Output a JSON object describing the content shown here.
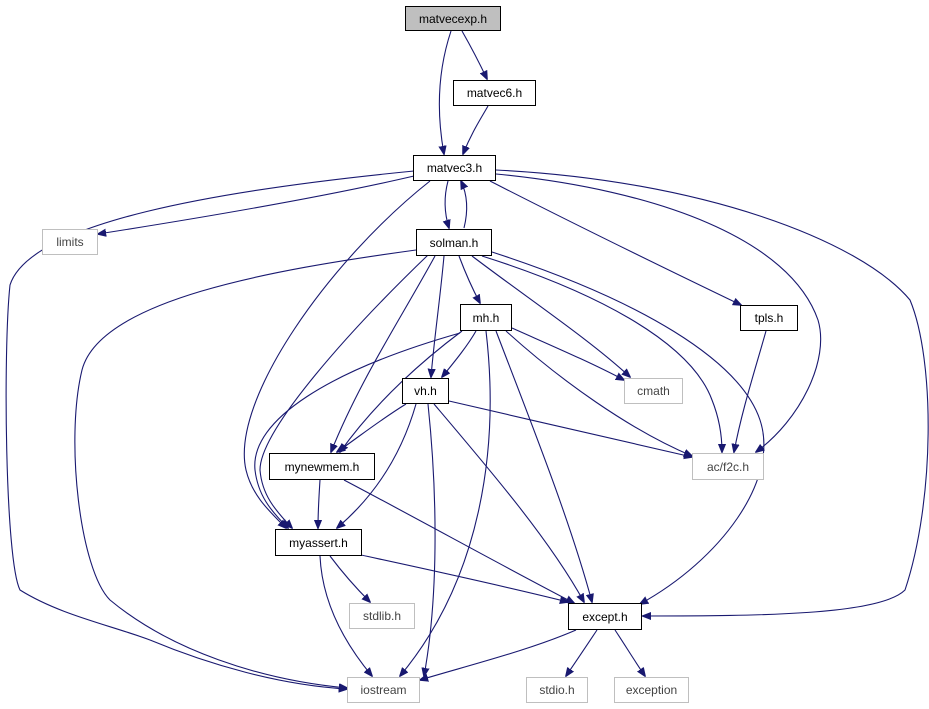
{
  "colors": {
    "edge": "#191970",
    "main_fill": "#bfbfbf",
    "system_border": "#bfbfbf"
  },
  "nodes": {
    "matvecexp": "matvecexp.h",
    "matvec6": "matvec6.h",
    "matvec3": "matvec3.h",
    "limits": "limits",
    "solman": "solman.h",
    "tpls": "tpls.h",
    "mh": "mh.h",
    "cmath": "cmath",
    "vh": "vh.h",
    "af2c": "ac/f2c.h",
    "mynewmem": "mynewmem.h",
    "myassert": "myassert.h",
    "stdlib": "stdlib.h",
    "except": "except.h",
    "iostream": "iostream",
    "stdio": "stdio.h",
    "exception": "exception"
  }
}
